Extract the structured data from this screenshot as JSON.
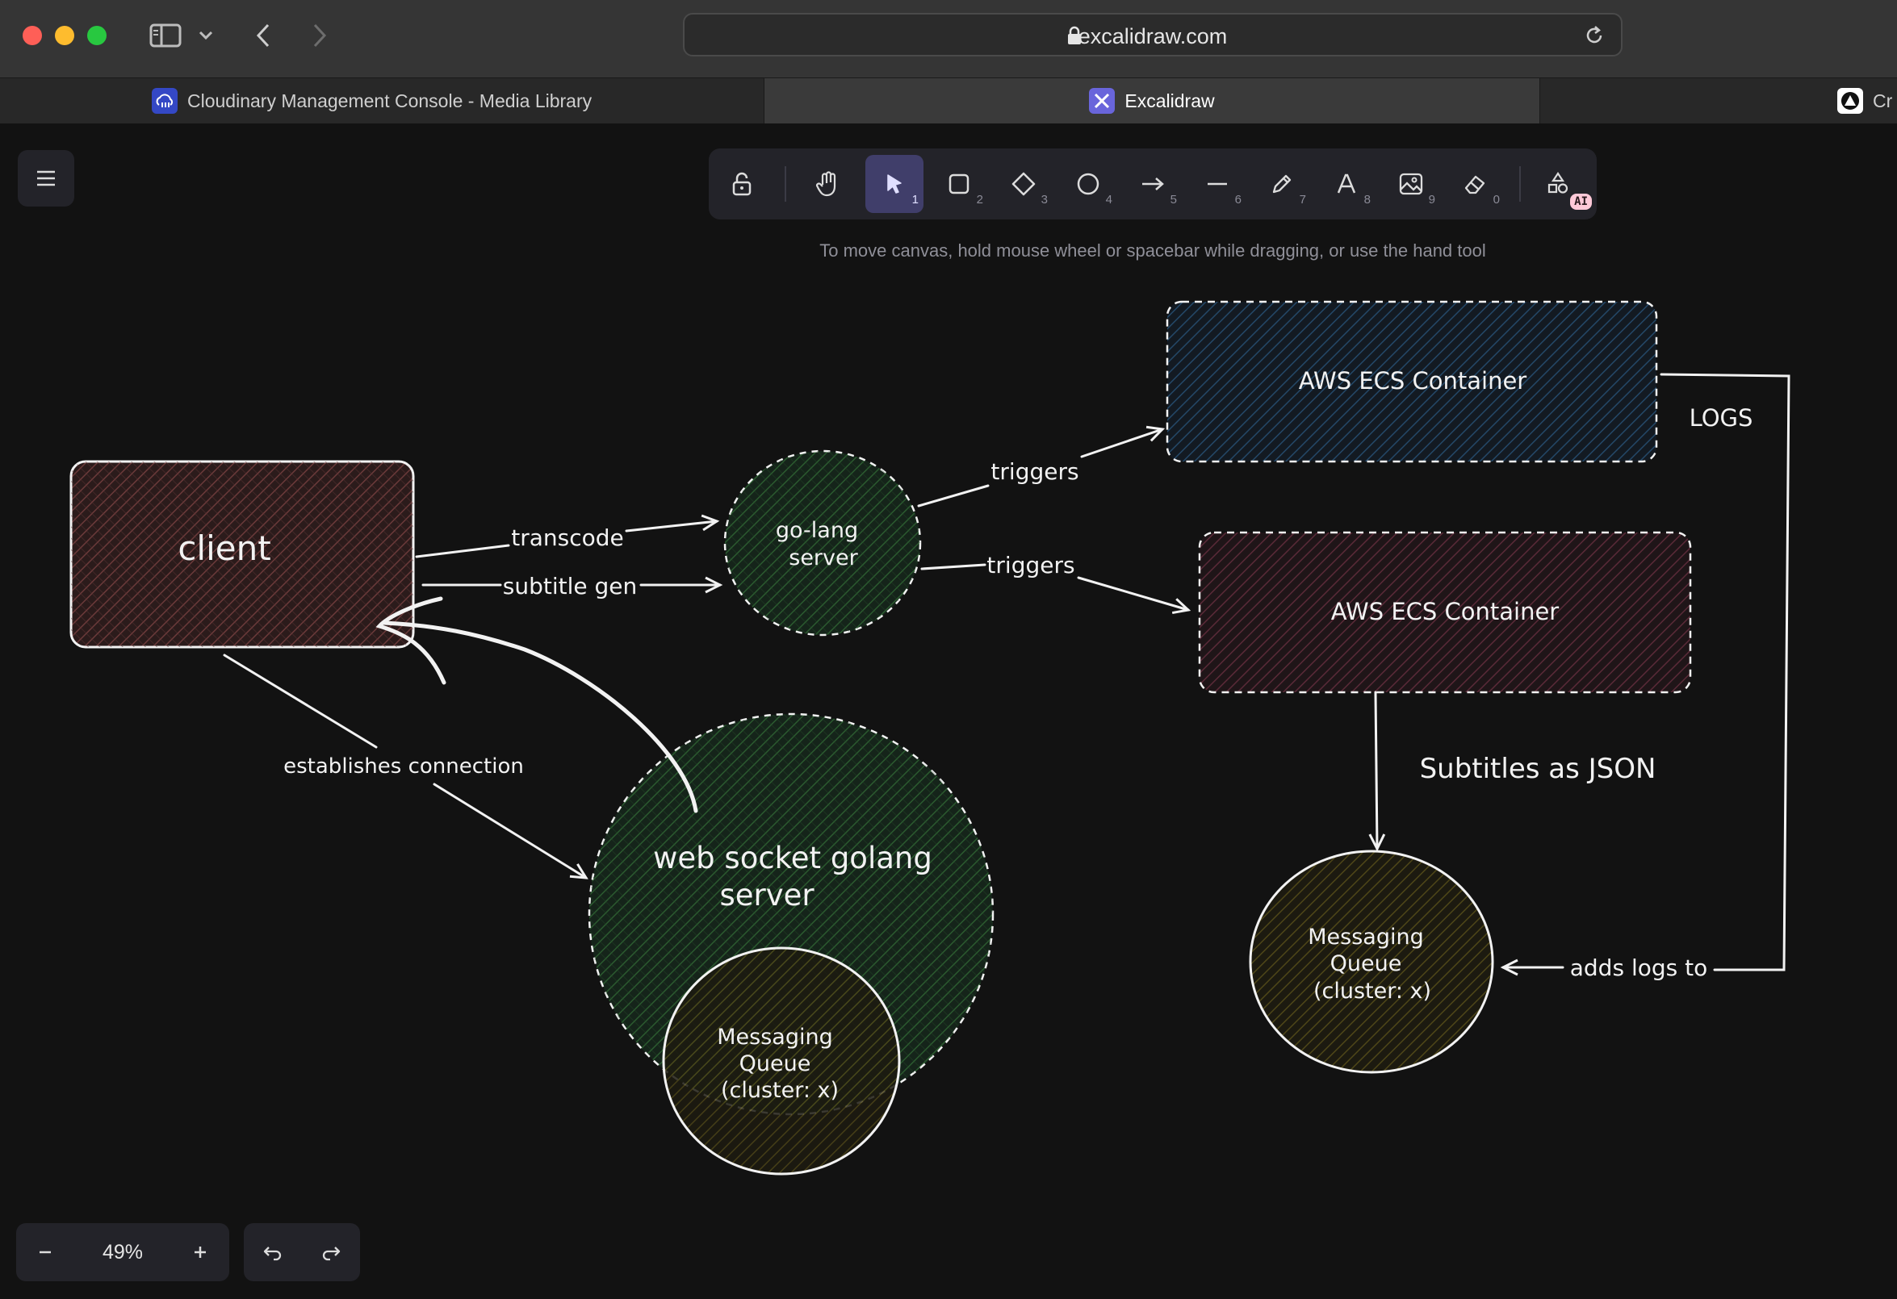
{
  "browser": {
    "url": "excalidraw.com",
    "tabs": [
      {
        "label": "Cloudinary Management Console - Media Library",
        "active": false
      },
      {
        "label": "Excalidraw",
        "active": true
      },
      {
        "label": "Cr",
        "active": false
      }
    ]
  },
  "toolbar": {
    "tools": [
      {
        "name": "lock",
        "key": ""
      },
      {
        "name": "hand",
        "key": ""
      },
      {
        "name": "selection",
        "key": "1",
        "selected": true
      },
      {
        "name": "rectangle",
        "key": "2"
      },
      {
        "name": "diamond",
        "key": "3"
      },
      {
        "name": "ellipse",
        "key": "4"
      },
      {
        "name": "arrow",
        "key": "5"
      },
      {
        "name": "line",
        "key": "6"
      },
      {
        "name": "draw",
        "key": "7"
      },
      {
        "name": "text",
        "key": "8"
      },
      {
        "name": "image",
        "key": "9"
      },
      {
        "name": "eraser",
        "key": "0"
      },
      {
        "name": "more-tools",
        "key": ""
      }
    ],
    "ai_badge": "AI",
    "hint": "To move canvas, hold mouse wheel or spacebar while dragging, or use the hand tool"
  },
  "footer": {
    "zoom": "49%"
  },
  "diagram": {
    "client": "client",
    "golang_server": [
      "go-lang",
      "server"
    ],
    "ws_server": [
      "web socket golang",
      "server"
    ],
    "mq_left": [
      "Messaging",
      "Queue",
      "(cluster: x)"
    ],
    "mq_right": [
      "Messaging",
      "Queue",
      "(cluster: x)"
    ],
    "ecs_top": "AWS ECS Container",
    "ecs_bottom": "AWS ECS Container",
    "label_transcode": "transcode",
    "label_subtitle_gen": "subtitle gen",
    "label_triggers_top": "triggers",
    "label_triggers_bottom": "triggers",
    "label_establishes": "establishes connection",
    "label_logs": "LOGS",
    "label_subtitles_json": "Subtitles as JSON",
    "label_adds_logs": "adds logs to"
  },
  "colors": {
    "canvas_bg": "#121212",
    "client_fill": "#4a2a2a",
    "green_fill": "#1f4a22",
    "ecs_top_fill": "#1d3550",
    "ecs_bottom_fill": "#4a2530",
    "mq_fill": "#4a4210",
    "stroke": "#f2f2f2",
    "selected_tool": "#403e6a"
  }
}
